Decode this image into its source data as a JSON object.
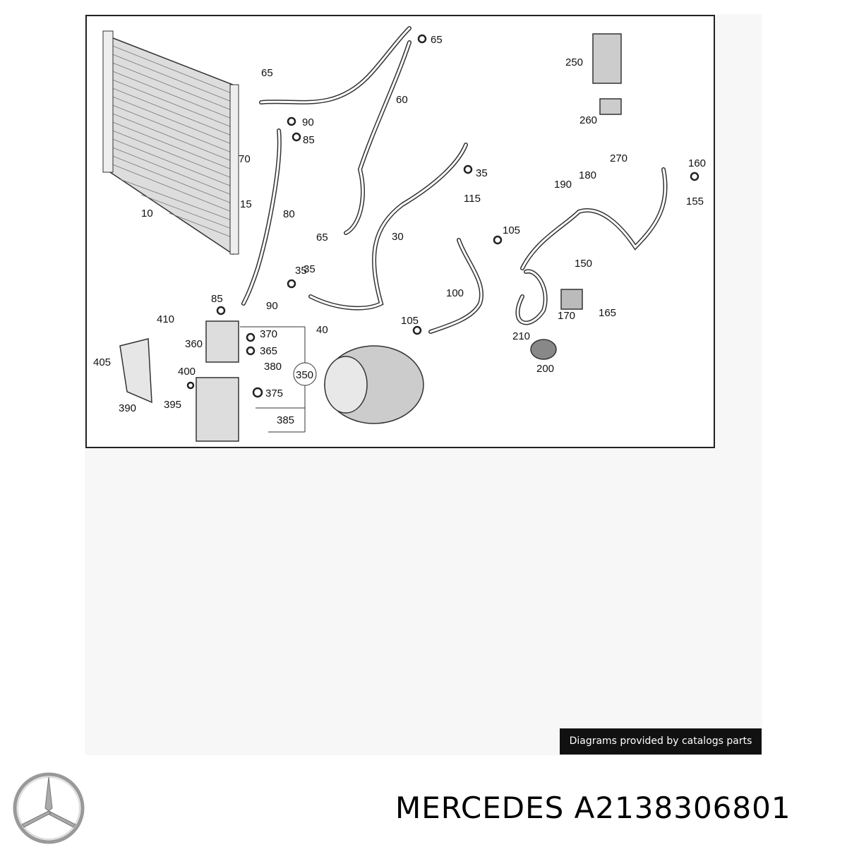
{
  "diagram": {
    "labels": [
      "10",
      "15",
      "30",
      "35",
      "35",
      "35",
      "40",
      "60",
      "65",
      "65",
      "65",
      "70",
      "80",
      "85",
      "85",
      "90",
      "90",
      "100",
      "105",
      "105",
      "115",
      "150",
      "155",
      "160",
      "165",
      "170",
      "180",
      "190",
      "200",
      "210",
      "250",
      "260",
      "270",
      "350",
      "360",
      "365",
      "370",
      "375",
      "380",
      "385",
      "390",
      "395",
      "400",
      "405",
      "410"
    ]
  },
  "credit_text": "Diagrams provided by catalogs parts",
  "brand_text": "MERCEDES A2138306801",
  "logo_icon": "mercedes-star-icon"
}
